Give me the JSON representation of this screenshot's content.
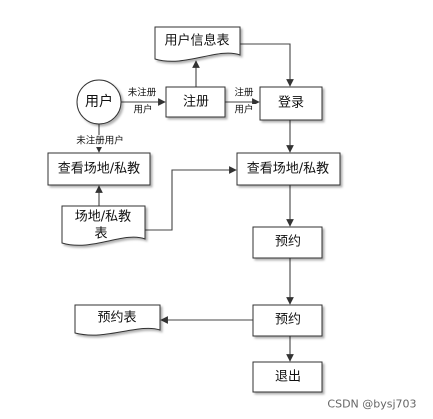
{
  "nodes": {
    "user_info_table": "用户信息表",
    "user": "用户",
    "register": "注册",
    "login": "登录",
    "browse_left": "查看场地/私教",
    "venue_table_line1": "场地/私教",
    "venue_table_line2": "表",
    "browse_right": "查看场地/私教",
    "book_1": "预约",
    "book_2": "预约",
    "booking_table": "预约表",
    "exit": "退出"
  },
  "edge_labels": {
    "unregistered_right_line1": "未注册",
    "unregistered_right_line2": "用户",
    "registered_line1": "注册",
    "registered_line2": "用户",
    "unregistered_down": "未注册用户"
  },
  "watermark": "CSDN @bysj703"
}
